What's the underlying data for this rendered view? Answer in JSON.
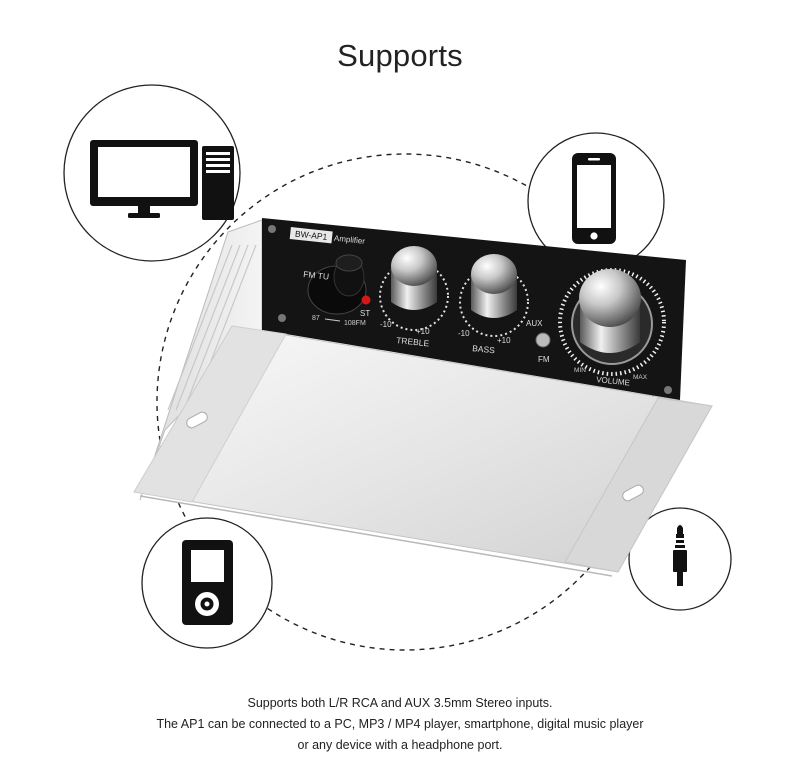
{
  "header": {
    "title": "Supports"
  },
  "device": {
    "model_label": "BW-AP1",
    "subtitle": "Amplifier",
    "fm_label": "FM TU",
    "st_label": "ST",
    "freq_low": "87",
    "freq_high": "108FM",
    "treble_label": "TREBLE",
    "bass_label": "BASS",
    "minus_label": "-10",
    "plus_label": "+10",
    "aux_label": "AUX",
    "fm_switch_label": "FM",
    "volume_label": "VOLUME",
    "min_label": "MIN",
    "max_label": "MAX"
  },
  "icons": {
    "pc": "desktop-computer-icon",
    "phone": "smartphone-icon",
    "mp3": "mp3-player-icon",
    "jack": "audio-jack-icon"
  },
  "footer": {
    "line1": "Supports both L/R RCA and AUX 3.5mm Stereo inputs.",
    "line2": "The AP1 can be connected to a PC, MP3 / MP4 player, smartphone, digital music player",
    "line3": "or any device with a headphone port."
  }
}
